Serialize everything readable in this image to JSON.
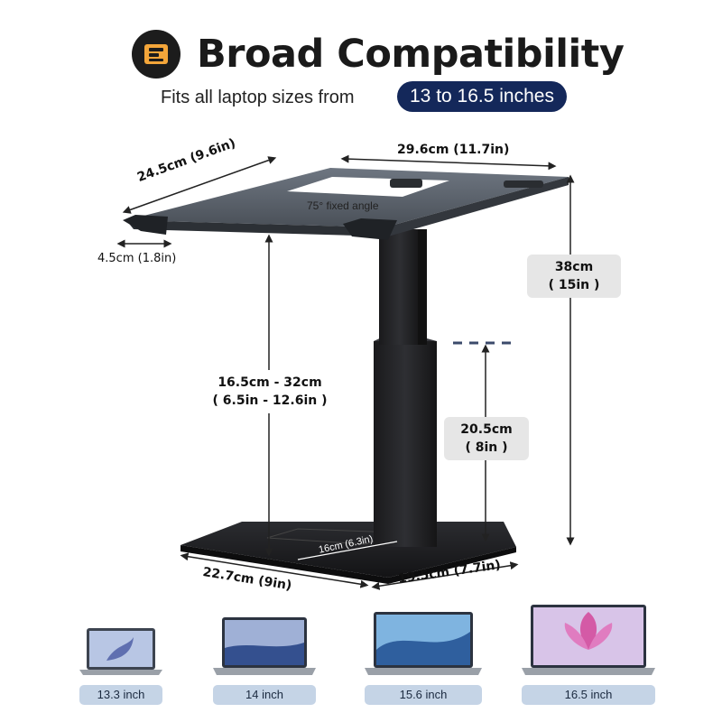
{
  "header": {
    "title": "Broad Compatibility",
    "subtitle": "Fits all laptop sizes from",
    "highlight": "13 to 16.5 inches",
    "logo_icon": "layers-box-icon",
    "accent_color": "#f4a63a",
    "pill_color": "#14285a"
  },
  "dimensions": {
    "top_width": "29.6cm (11.7in)",
    "tray_depth": "24.5cm (9.6in)",
    "lip_height": "4.5cm (1.8in)",
    "angle": "75° fixed angle",
    "total_height_cm": "38cm",
    "total_height_in": "( 15in )",
    "adjust_range_cm": "16.5cm - 32cm",
    "adjust_range_in": "( 6.5in - 12.6in )",
    "extension_cm": "20.5cm",
    "extension_in": "( 8in )",
    "pillar_offset": "16cm (6.3in)",
    "base_depth": "22.7cm (9in)",
    "base_width": "19.5cm (7.7in)"
  },
  "laptops": [
    {
      "label": "13.3 inch",
      "icon": "laptop-icon"
    },
    {
      "label": "14 inch",
      "icon": "laptop-icon"
    },
    {
      "label": "15.6 inch",
      "icon": "laptop-icon"
    },
    {
      "label": "16.5 inch",
      "icon": "laptop-icon"
    }
  ]
}
